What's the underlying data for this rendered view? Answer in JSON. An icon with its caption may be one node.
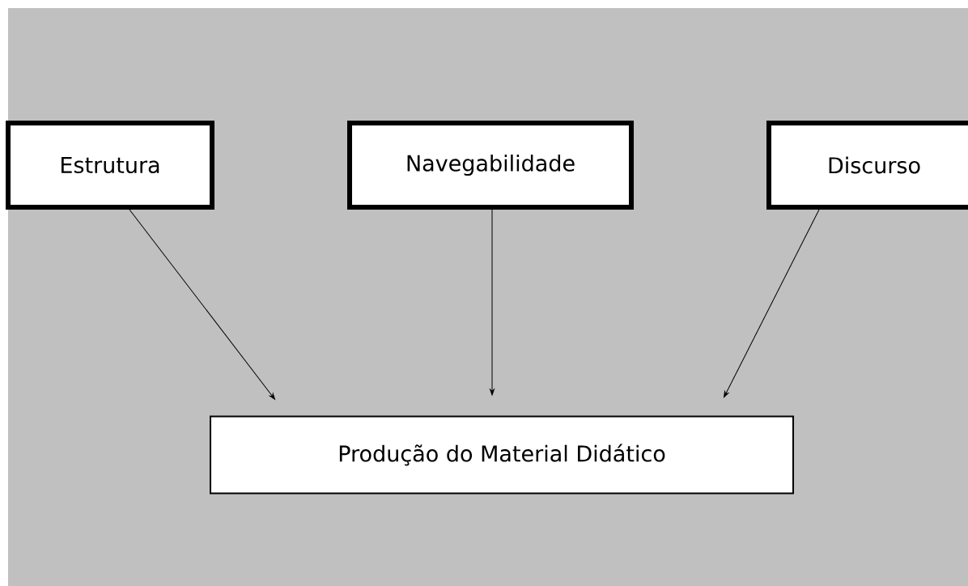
{
  "diagram": {
    "nodes": [
      {
        "text": [
          "Estrutura"
        ]
      },
      {
        "text": [
          "Navegabilidade"
        ]
      },
      {
        "text": [
          "Discurso"
        ]
      },
      {
        "text": [
          "Produção do Material Didático"
        ]
      }
    ],
    "edges": [
      {
        "from": 0,
        "to": 3,
        "arrow": "to"
      },
      {
        "from": 1,
        "to": 3,
        "arrow": "to"
      },
      {
        "from": 2,
        "to": 3,
        "arrow": "to"
      }
    ]
  }
}
